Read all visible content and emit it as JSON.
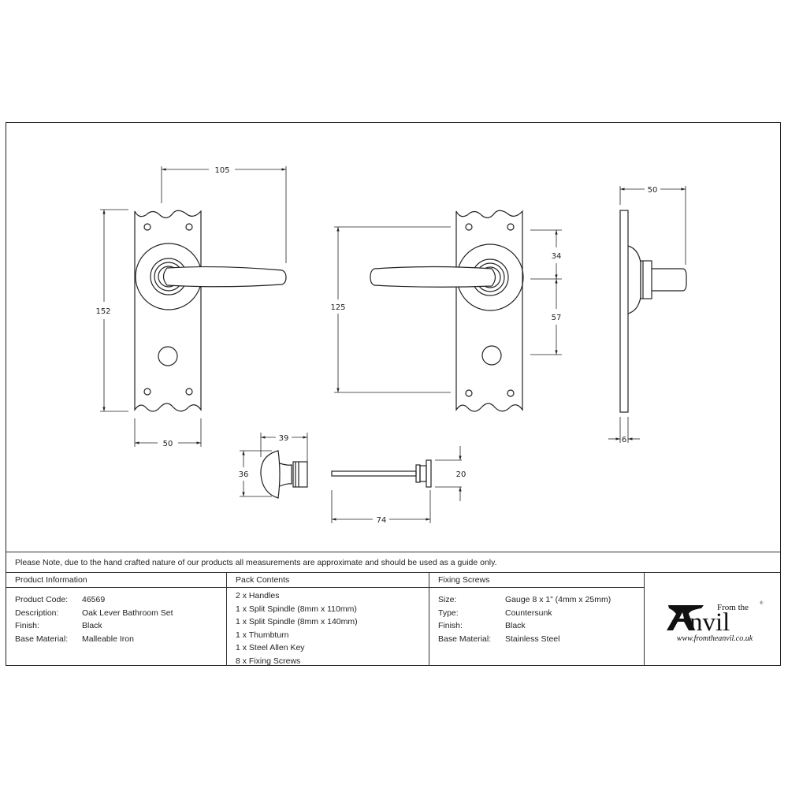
{
  "drawing": {
    "front_view": {
      "dims": {
        "lever_projection": "105",
        "backplate_height": "152",
        "backplate_width": "50"
      }
    },
    "rear_view": {
      "dims": {
        "spindle_to_fixings": "125",
        "top_to_spindle": "34",
        "spindle_to_thumbturn": "57"
      }
    },
    "side_view": {
      "dims": {
        "projection": "50",
        "plate_thickness": "6"
      }
    },
    "thumbturn": {
      "dims": {
        "length": "39",
        "diameter": "36"
      }
    },
    "release": {
      "dims": {
        "length": "74",
        "diameter": "20"
      }
    }
  },
  "note": "Please Note, due to the hand crafted nature of our products all measurements are approximate and should be used as a guide only.",
  "product_info": {
    "header": "Product Information",
    "rows": [
      {
        "label": "Product Code:",
        "value": "46569"
      },
      {
        "label": "Description:",
        "value": "Oak Lever Bathroom Set"
      },
      {
        "label": "Finish:",
        "value": "Black"
      },
      {
        "label": "Base Material:",
        "value": "Malleable Iron"
      }
    ]
  },
  "pack_contents": {
    "header": "Pack Contents",
    "items": [
      "2 x Handles",
      "1 x Split Spindle (8mm x 110mm)",
      "1 x Split Spindle (8mm x 140mm)",
      "1 x Thumbturn",
      "1 x Steel Allen Key",
      "8 x Fixing Screws"
    ]
  },
  "fixing_screws": {
    "header": "Fixing Screws",
    "rows": [
      {
        "label": "Size:",
        "value": "Gauge 8 x 1” (4mm x 25mm)"
      },
      {
        "label": "Type:",
        "value": "Countersunk"
      },
      {
        "label": "Finish:",
        "value": "Black"
      },
      {
        "label": "Base Material:",
        "value": "Stainless Steel"
      }
    ]
  },
  "logo": {
    "from_the": "From the",
    "brand": "Anvil",
    "registered": "®",
    "url": "www.fromtheanvil.co.uk"
  }
}
